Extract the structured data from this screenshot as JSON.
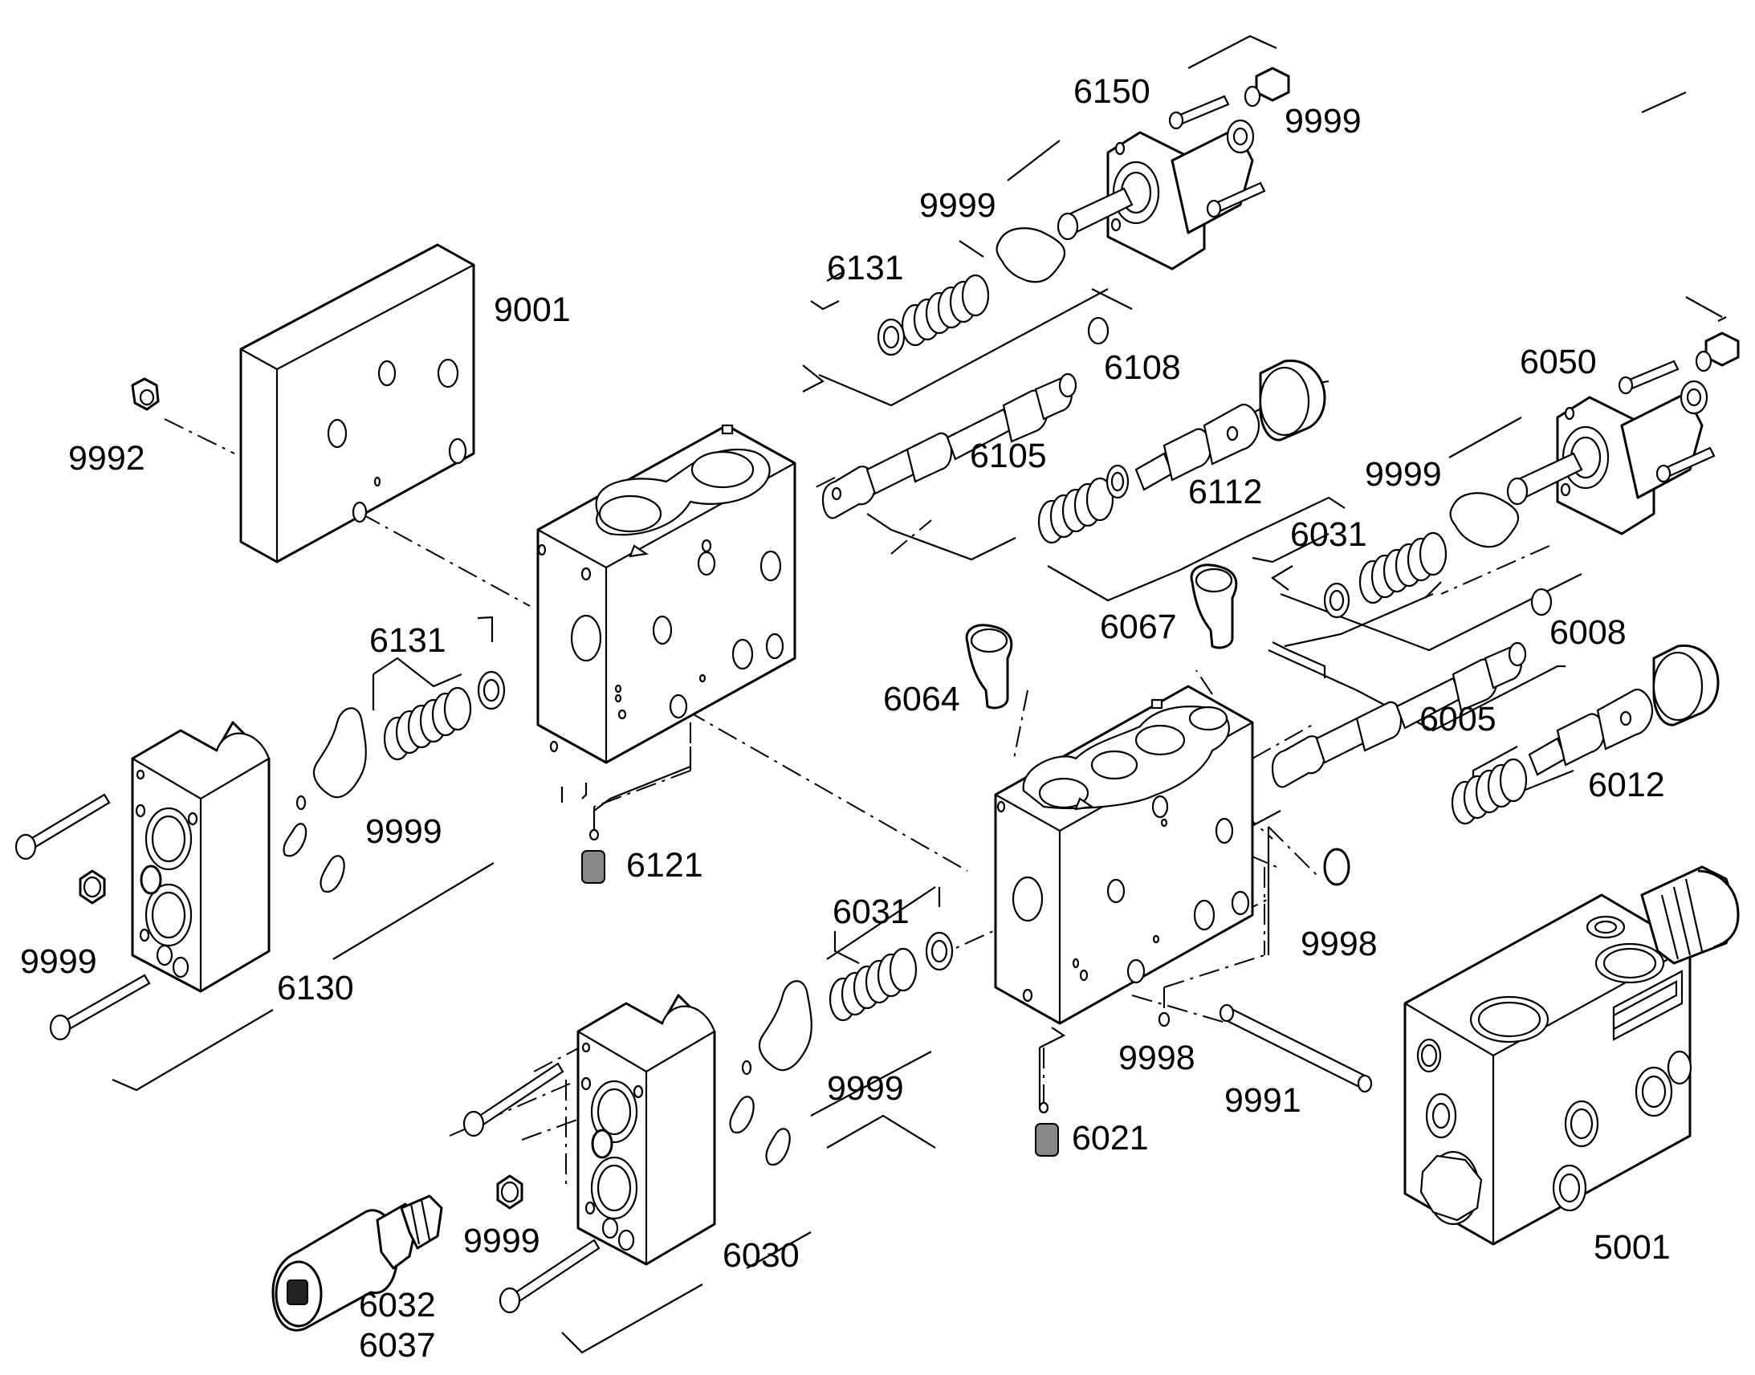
{
  "labels": {
    "l6150": "6150",
    "l9999_top": "9999",
    "l9999_seal_top": "9999",
    "l6131_top": "6131",
    "l9001": "9001",
    "l6108": "6108",
    "l9992": "9992",
    "l6105": "6105",
    "l6112": "6112",
    "l6050": "6050",
    "l9999_seal_right": "9999",
    "l6031_right": "6031",
    "l6008": "6008",
    "l6067": "6067",
    "l6131_mid": "6131",
    "l6064": "6064",
    "l6005": "6005",
    "l6012": "6012",
    "l9999_seal_left": "9999",
    "l6121": "6121",
    "l9998_right": "9998",
    "l9999_nut_left": "9999",
    "l6130": "6130",
    "l6031_low": "6031",
    "l9998_low": "9998",
    "l9999_seal_low": "9999",
    "l9991": "9991",
    "l6021": "6021",
    "l5001": "5001",
    "l9999_nut_low": "9999",
    "l6030": "6030",
    "l6032": "6032",
    "l6037": "6037"
  }
}
